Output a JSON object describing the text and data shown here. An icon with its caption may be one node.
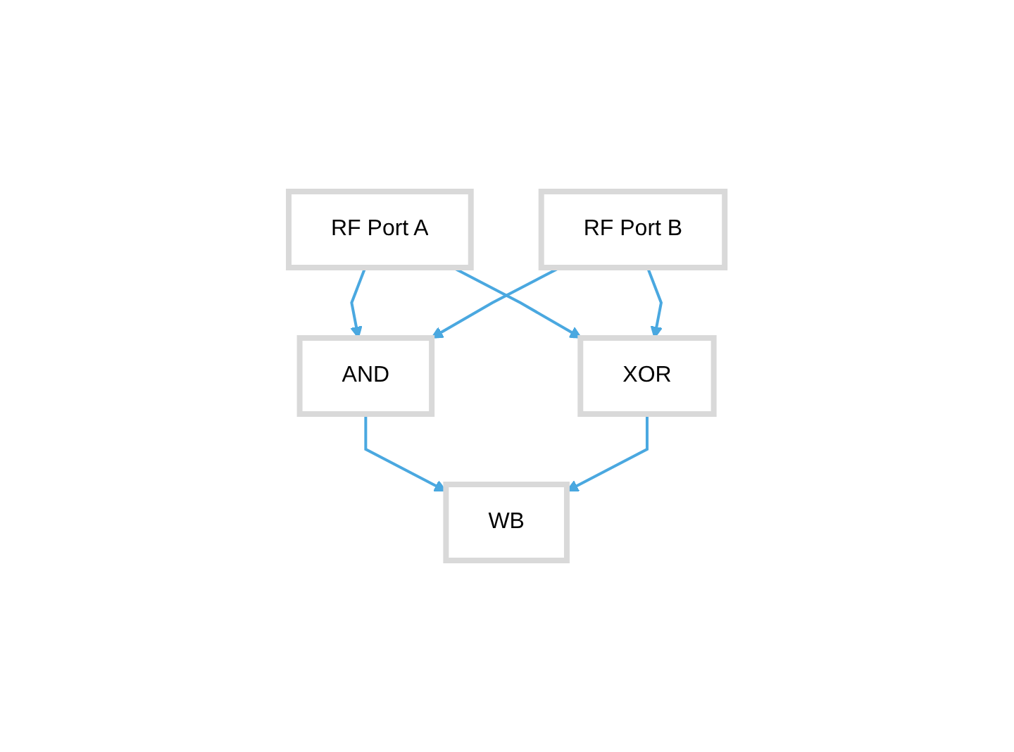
{
  "diagram": {
    "nodes": [
      {
        "text": [
          "RF Port A"
        ]
      },
      {
        "text": [
          "RF Port B"
        ]
      },
      {
        "text": [
          "AND"
        ]
      },
      {
        "text": [
          "XOR"
        ]
      },
      {
        "text": [
          "WB"
        ]
      }
    ],
    "edges": [
      {
        "from": 0,
        "to": 2,
        "arrow": "to"
      },
      {
        "from": 1,
        "to": 2,
        "arrow": "to"
      },
      {
        "from": 0,
        "to": 3,
        "arrow": "to"
      },
      {
        "from": 1,
        "to": 3,
        "arrow": "to"
      },
      {
        "from": 2,
        "to": 4,
        "arrow": "to"
      },
      {
        "from": 3,
        "to": 4,
        "arrow": "to"
      }
    ]
  }
}
